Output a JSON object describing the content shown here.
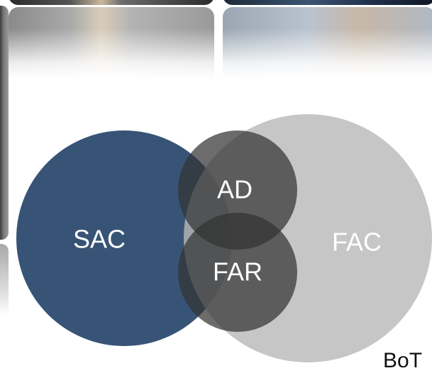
{
  "diagram": {
    "type": "venn",
    "circles": [
      {
        "label": "SAC",
        "color": "#2f4d70"
      },
      {
        "label": "FAC",
        "color": "#bdbdbd"
      },
      {
        "label": "AD",
        "color": "#333333"
      },
      {
        "label": "FAR",
        "color": "#333333"
      }
    ]
  },
  "footer": {
    "partial_text": "BoT"
  },
  "colors": {
    "sac_label": "#ffffff",
    "fac_label": "#ffffff",
    "inner_label": "#ffffff",
    "background": "#ffffff"
  }
}
